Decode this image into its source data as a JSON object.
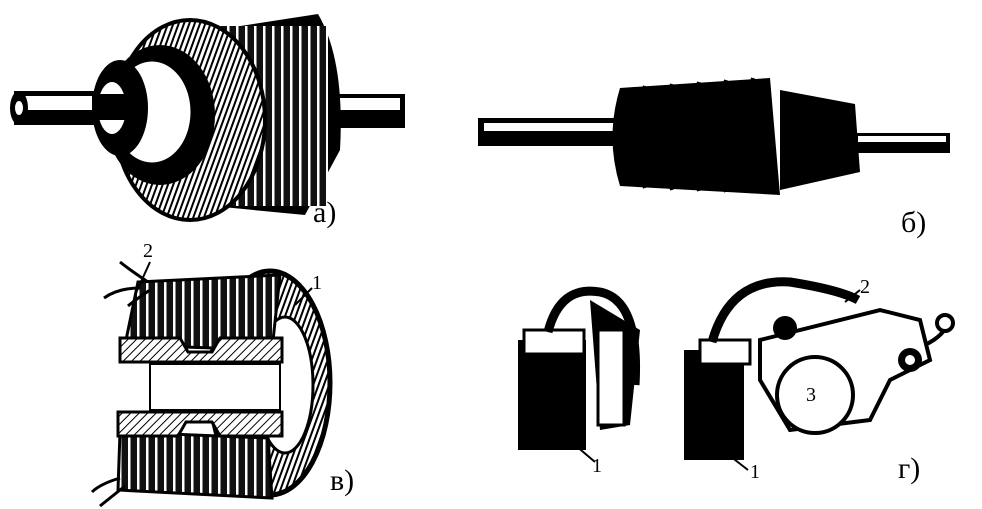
{
  "panels": {
    "a": {
      "label": "а)"
    },
    "b": {
      "label": "б)"
    },
    "v": {
      "label": "в)",
      "callouts": [
        "1",
        "2"
      ]
    },
    "g": {
      "label": "г)",
      "callouts": [
        "1",
        "1",
        "2",
        "3"
      ]
    }
  }
}
